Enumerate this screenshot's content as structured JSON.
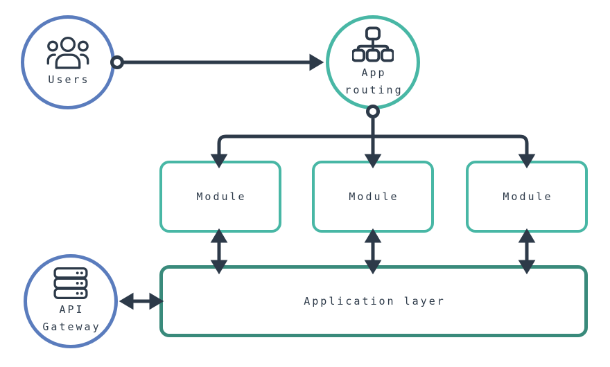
{
  "colors": {
    "background": "#ffffff",
    "node_fill": "#ffffff",
    "dark_navy": "#2d3a49",
    "blue_border": "#5a7cbd",
    "teal_border": "#48b7a5",
    "green_border": "#398a7b"
  },
  "nodes": {
    "users": {
      "label": "Users",
      "icon": "users-icon"
    },
    "app_routing": {
      "label": "App routing",
      "icon": "sitemap-icon"
    },
    "api_gateway": {
      "label": "API Gateway",
      "icon": "server-stack-icon"
    },
    "application_layer": {
      "label": "Application layer"
    }
  },
  "modules": [
    {
      "label": "Module"
    },
    {
      "label": "Module"
    },
    {
      "label": "Module"
    }
  ]
}
